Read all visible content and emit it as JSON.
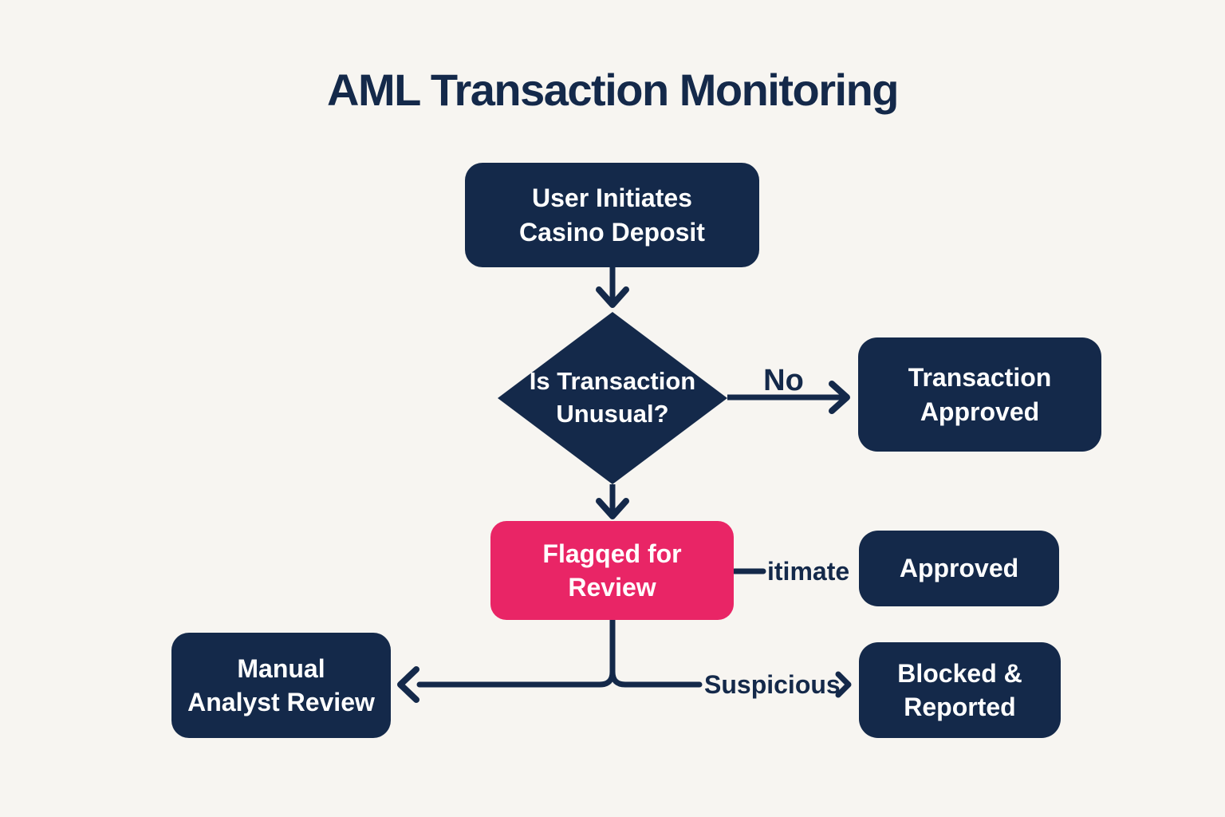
{
  "title": "AML Transaction Monitoring",
  "nodes": {
    "start": {
      "label": "User Initiates\nCasino Deposit"
    },
    "decision": {
      "label": "Is Transaction\nUnusual?"
    },
    "transaction_approved": {
      "label": "Transaction\nApproved"
    },
    "flagged": {
      "label": "Flagqed for\nReview"
    },
    "approved": {
      "label": "Approved"
    },
    "manual_review": {
      "label": "Manual\nAnalyst Review"
    },
    "blocked": {
      "label": "Blocked &\nReported"
    }
  },
  "edge_labels": {
    "no": "No",
    "legitimate_partial": "itimate",
    "suspicious": "Suspicious"
  },
  "colors": {
    "navy": "#14294a",
    "pink": "#e92566",
    "background": "#f7f5f1",
    "text_light": "#ffffff"
  }
}
